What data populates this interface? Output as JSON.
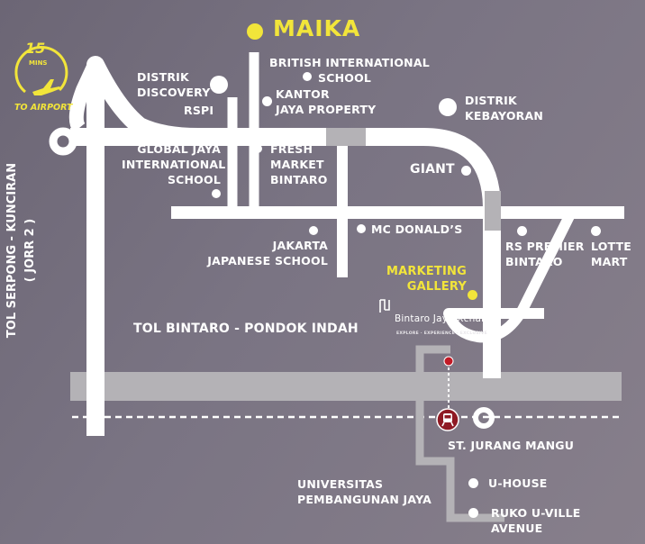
{
  "map": {
    "colors": {
      "background": "#736d7c",
      "road": "#ffffff",
      "highlight": "#f2e53a",
      "railway": "#b4b2b6",
      "station": "#8f1a24"
    },
    "badge": {
      "minutes": "15",
      "unit": "MINS",
      "destination": "TO AIRPORT",
      "icon": "airplane-icon"
    },
    "main_location": {
      "name": "MAIKA"
    },
    "landmarks": {
      "british_school": [
        "BRITISH INTERNATIONAL",
        "SCHOOL"
      ],
      "distrik_discovery": [
        "DISTRIK",
        "DISCOVERY"
      ],
      "rspi": "RSPI",
      "kantor_jaya": [
        "KANTOR",
        "JAYA PROPERTY"
      ],
      "distrik_kebayoran": [
        "DISTRIK",
        "KEBAYORAN"
      ],
      "global_jaya": [
        "GLOBAL JAYA",
        "INTERNATIONAL",
        "SCHOOL"
      ],
      "fresh_market": [
        "FRESH",
        "MARKET",
        "BINTARO"
      ],
      "giant": "GIANT",
      "mc_donalds": "MC DONALD’S",
      "jakarta_japanese": [
        "JAKARTA",
        "JAPANESE SCHOOL"
      ],
      "rs_premier": [
        "RS PREMIER",
        "BINTARO"
      ],
      "lotte_mart": [
        "LOTTE",
        "MART"
      ],
      "marketing_gallery": [
        "MARKETING",
        "GALLERY"
      ],
      "bintaro_jaya_xchange": {
        "name": "Bintaro Jaya Xchange",
        "tagline": "EXPLORE · EXPERIENCE · EXCLUSIVE"
      },
      "st_jurang_mangu": "ST. JURANG MANGU",
      "universitas": [
        "UNIVERSITAS",
        "PEMBANGUNAN JAYA"
      ],
      "u_house": "U-HOUSE",
      "ruko": [
        "RUKO U-VILLE",
        "AVENUE"
      ]
    },
    "roads": {
      "toll_vertical": [
        "TOL SERPONG - KUNCIRAN",
        "( JORR 2 )"
      ],
      "toll_horizontal": "TOL BINTARO - PONDOK INDAH"
    }
  }
}
